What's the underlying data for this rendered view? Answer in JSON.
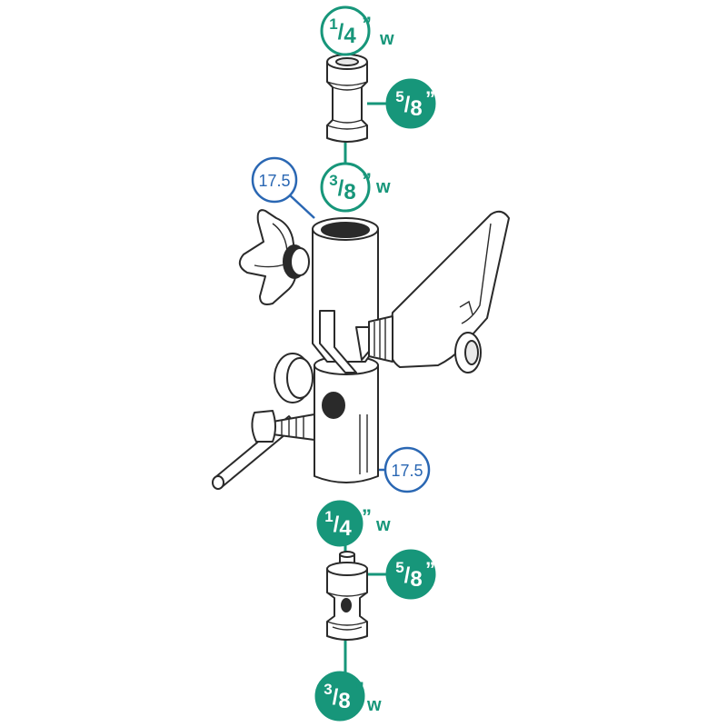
{
  "labels": {
    "top_spigot_top_num": "1",
    "top_spigot_top_den": "4",
    "top_spigot_top_mark": "”",
    "top_spigot_top_suffix": "w",
    "top_spigot_side_num": "5",
    "top_spigot_side_den": "8",
    "top_spigot_side_mark": "”",
    "top_spigot_bottom_num": "3",
    "top_spigot_bottom_den": "8",
    "top_spigot_bottom_mark": "”",
    "top_spigot_bottom_suffix": "w",
    "bracket_top_size": "17.5",
    "bracket_bottom_size": "17.5",
    "bottom_spigot_top_num": "1",
    "bottom_spigot_top_den": "4",
    "bottom_spigot_top_mark": "”",
    "bottom_spigot_top_suffix": "w",
    "bottom_spigot_side_num": "5",
    "bottom_spigot_side_den": "8",
    "bottom_spigot_side_mark": "”",
    "bottom_spigot_bottom_num": "3",
    "bottom_spigot_bottom_den": "8",
    "bottom_spigot_bottom_mark": "”",
    "bottom_spigot_bottom_suffix": "w"
  },
  "colors": {
    "green": "#17967a",
    "blue": "#2a67b3",
    "line": "#2a2a2a"
  }
}
